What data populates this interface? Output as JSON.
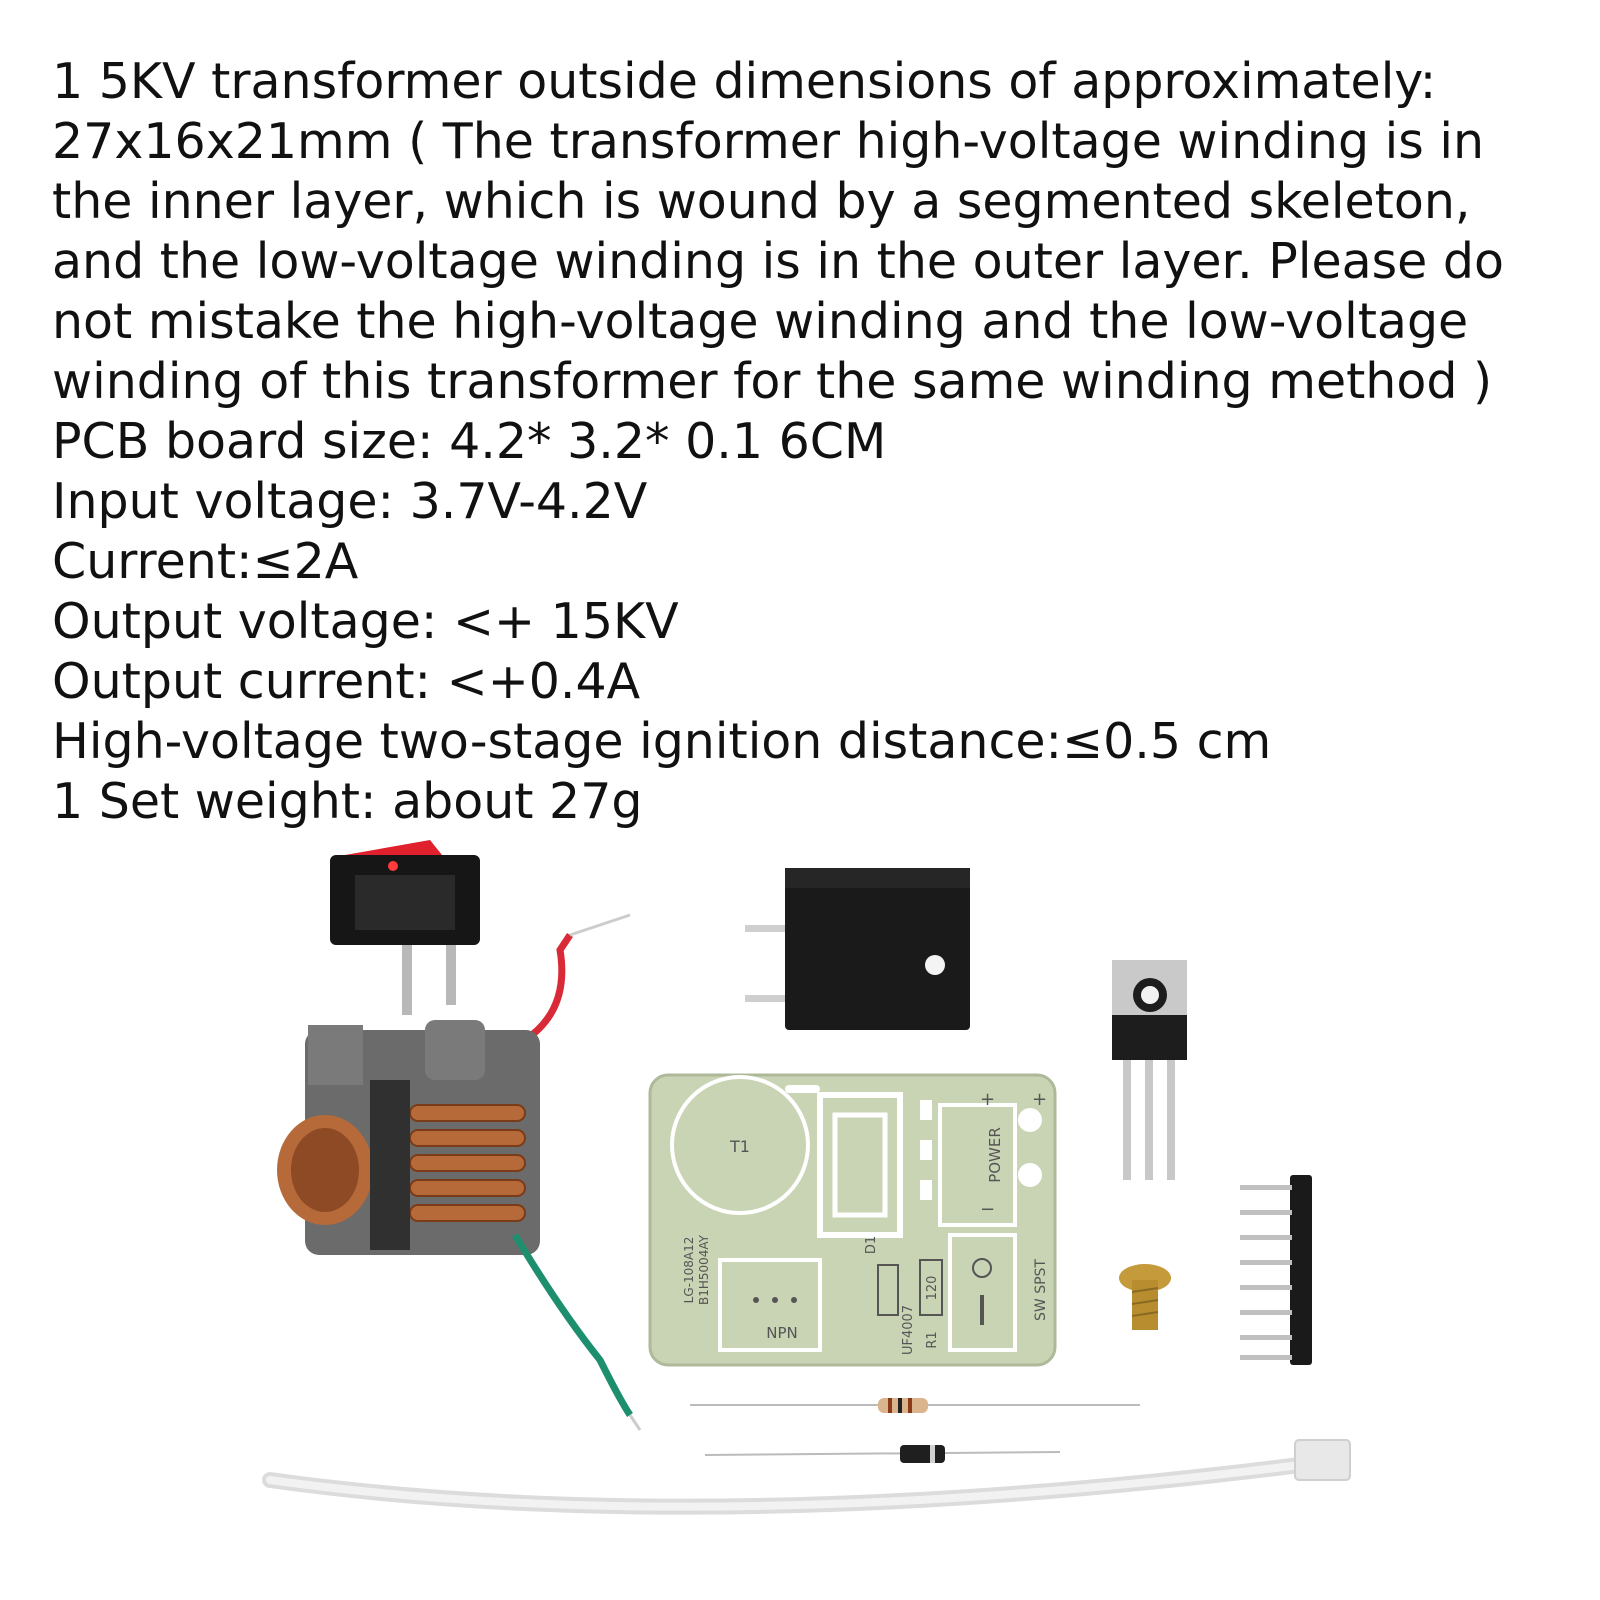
{
  "description_lines": [
    "1 5KV transformer outside dimensions of approximately: 27x16x21mm ( The transformer high-voltage winding is in the inner layer, which is wound by a segmented skeleton, and the low-voltage winding is in the outer layer. Please do not mistake the high-voltage winding and the low-voltage winding of this transformer for the same winding method )",
    "PCB board size: 4.2* 3.2* 0.1 6CM",
    "Input voltage: 3.7V-4.2V",
    "Current:≤2A",
    "Output voltage: <+ 15KV",
    "Output current: <+0.4A",
    "High-voltage two-stage ignition distance:≤0.5 cm",
    "1 Set weight: about 27g"
  ],
  "pcb_labels": {
    "t1": "T1",
    "npn": "NPN",
    "d1": "D1",
    "diode": "UF4007",
    "r1": "R1",
    "resistor": "120",
    "power": "POWER",
    "switch": "SW SPST",
    "model": "LG-108A12",
    "model2": "B1H5004AY",
    "plus": "+",
    "minus": "−"
  },
  "colors": {
    "pcb": "#c9d4b4",
    "pcb_trace": "#ffffff",
    "copper": "#b66a3a",
    "wire_red": "#d92a38",
    "wire_green": "#1d8f6e",
    "plastic_dark": "#1b1b1b",
    "bobbin_gray": "#6b6b6b"
  },
  "icons": [
    "rocker-switch-icon",
    "heatsink-icon",
    "transistor-icon",
    "transformer-icon",
    "pcb-icon",
    "pin-header-icon",
    "screw-icon",
    "resistor-icon",
    "diode-icon",
    "cable-tie-icon"
  ]
}
